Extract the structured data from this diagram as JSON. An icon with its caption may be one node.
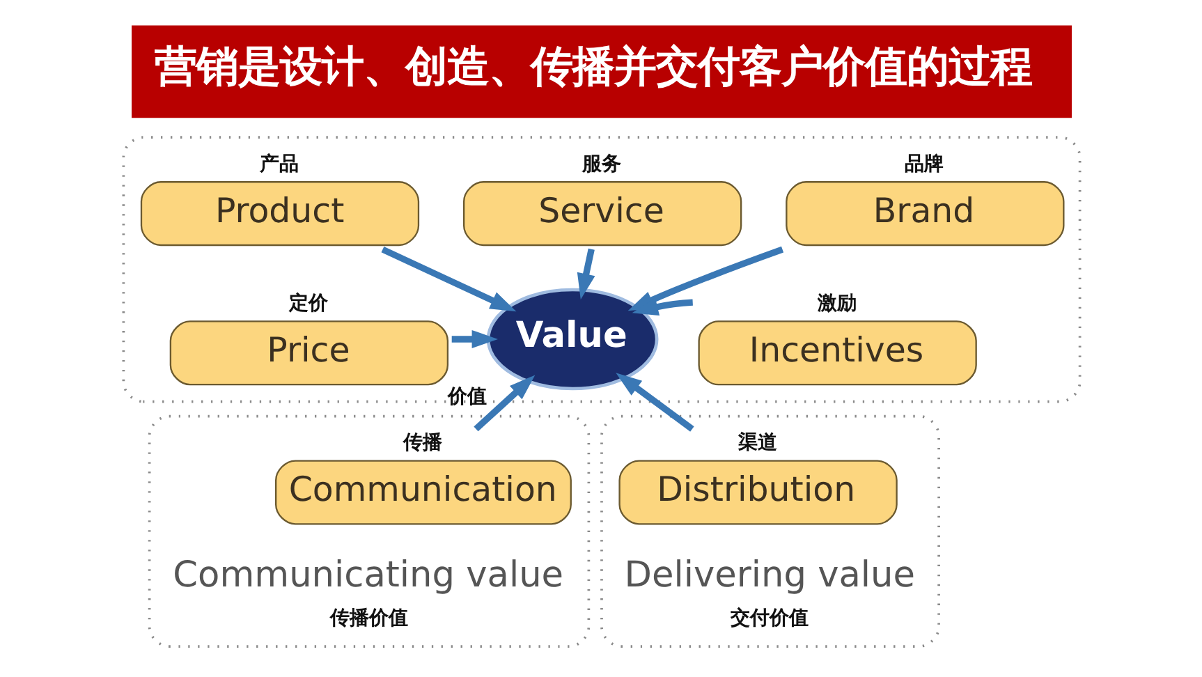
{
  "diagram": {
    "title": "营销是设计、创造、传播并交付客户价值的过程",
    "nodes": [
      {
        "text": [],
        "shape": "box"
      },
      {
        "text": [
          "Product"
        ],
        "in": 0,
        "beside": [
          "产品"
        ]
      },
      {
        "text": [
          "Service"
        ],
        "in": 0,
        "beside": [
          "服务"
        ]
      },
      {
        "text": [
          "Brand"
        ],
        "in": 0,
        "beside": [
          "品牌"
        ]
      },
      {
        "text": [
          "Price"
        ],
        "in": 0,
        "beside": [
          "定价"
        ]
      },
      {
        "text": [
          "Value"
        ],
        "in": 0,
        "beside": [
          "价值"
        ]
      },
      {
        "text": [
          "Incentives"
        ],
        "in": 0,
        "beside": [
          "激励"
        ]
      },
      {
        "text": [
          "Communicating value"
        ],
        "beside": [
          "传播价值"
        ]
      },
      {
        "text": [
          "Communication"
        ],
        "in": 7,
        "beside": [
          "传播"
        ]
      },
      {
        "text": [
          "Delivering value"
        ],
        "beside": [
          "交付价值"
        ]
      },
      {
        "text": [
          "Distribution"
        ],
        "in": 9,
        "beside": [
          "渠道"
        ]
      }
    ],
    "edges": [
      {
        "from": 1,
        "to": 5,
        "arrow": "to"
      },
      {
        "from": 2,
        "to": 5,
        "arrow": "to"
      },
      {
        "from": 3,
        "to": 5,
        "arrow": "to"
      },
      {
        "from": 4,
        "to": 5,
        "arrow": "to"
      },
      {
        "from": 6,
        "to": 5,
        "arrow": "to"
      },
      {
        "from": 8,
        "to": 5,
        "arrow": "to"
      },
      {
        "from": 10,
        "to": 5,
        "arrow": "to"
      }
    ]
  }
}
